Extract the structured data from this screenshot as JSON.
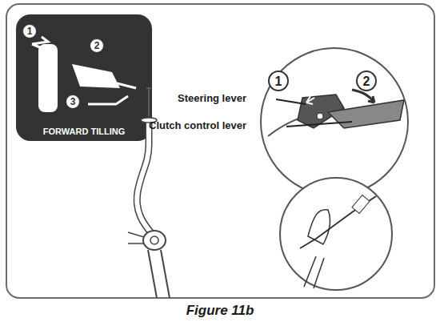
{
  "diagram": {
    "caption": "Figure 11b",
    "nodes": [
      {
        "text": [
          "FORWARD TILLING"
        ]
      }
    ],
    "labels": [
      "1",
      "2",
      "3",
      "Steering lever",
      "Clutch control lever",
      "1",
      "2"
    ]
  }
}
